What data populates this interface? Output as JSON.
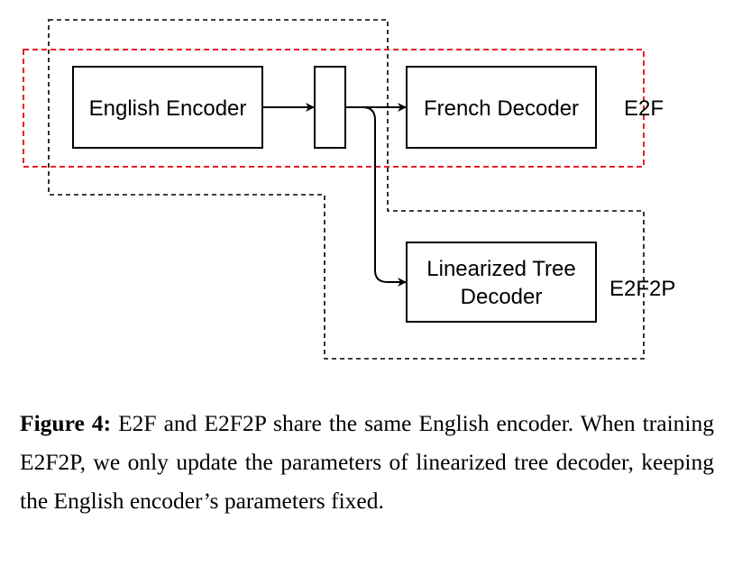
{
  "diagram": {
    "nodes": {
      "english_encoder": "English Encoder",
      "french_decoder": "French Decoder",
      "tree_decoder_line1": "Linearized Tree",
      "tree_decoder_line2": "Decoder"
    },
    "groups": {
      "e2f": "E2F",
      "e2f2p": "E2F2P"
    },
    "colors": {
      "e2f_border": "#e8202a",
      "e2f2p_border": "#000000",
      "box_stroke": "#000000"
    }
  },
  "caption": {
    "label": "Figure 4:",
    "text": "E2F and E2F2P share the same English encoder. When training E2F2P, we only update the parameters of linearized tree decoder, keeping the English encoder’s parameters fixed."
  }
}
